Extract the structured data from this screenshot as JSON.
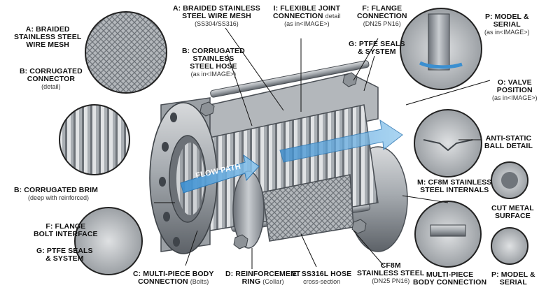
{
  "labels": {
    "braided_mesh_left": {
      "title_l1": "A: BRAIDED",
      "title_l2": "STAINLESS STEEL",
      "title_l3": "WIRE MESH"
    },
    "corrugated_connector": {
      "title_l1": "B: CORRUGATED",
      "title_l2": "CONNECTOR",
      "sub": "(detail)"
    },
    "braided_wire_mesh_top": {
      "title_l1": "A: BRAIDED STAINLESS",
      "title_l2": "STEEL WIRE MESH",
      "sub": "(SS304/SS316)"
    },
    "corrugated_hose": {
      "title_l1": "B: CORRUGATED",
      "title_l2": "STAINLESS",
      "title_l3": "STEEL HOSE",
      "sub": "(as in<IMAGE>)"
    },
    "flexible_joint": {
      "title_l1": "I: FLEXIBLE JOINT",
      "title_l2": "CONNECTION",
      "title_l2_sub": "detail",
      "sub": "(as in<IMAGE>)"
    },
    "flange_connection": {
      "title_l1": "F: FLANGE",
      "title_l2": "CONNECTION",
      "sub": "(DN25 PN16)"
    },
    "ptfe_seals_top": {
      "title_l1": "G: PTFE SEALS",
      "title_l2": "& SYSTEM"
    },
    "model_serial_top": {
      "title_l1": "P: MODEL &",
      "title_l2": "SERIAL",
      "sub": "(as in<IMAGE>)"
    },
    "valve_position": {
      "title_l1": "O: VALVE",
      "title_l2": "POSITION",
      "sub": "(as in<IMAGE>)"
    },
    "anti_static": {
      "title_l1": "ANTI-STATIC",
      "title_l2": "BALL DETAIL"
    },
    "corrugated_brim": {
      "title_l1": "B: CORRUGATED BRIM",
      "sub": "(deep with reinforced)"
    },
    "flow_path": "FLOW PATH",
    "cf8m_internals": {
      "title_l1": "M: CF8M STAINLESS",
      "title_l2": "STEEL INTERNALS"
    },
    "cut_metal": {
      "title_l1": "CUT METAL",
      "title_l2": "SURFACE"
    },
    "flange_bolt": {
      "title_l1": "F: FLANGE",
      "title_l2": "BOLT INTERFACE"
    },
    "ptfe_seals_bottom": {
      "title_l1": "G: PTFE SEALS",
      "title_l2": "& SYSTEM"
    },
    "multi_piece_body": {
      "title_l1": "C: MULTI-PIECE BODY",
      "title_l2": "CONNECTION",
      "sub": "(Bolts)"
    },
    "reinforcement_ring": {
      "title_l1": "D: REINFORCEMENT",
      "title_l2": "RING",
      "sub": "(Collar)"
    },
    "ss316l_hose": {
      "title_l1": "E: SS316L HOSE",
      "sub": "cross-section"
    },
    "cf8m_steel": {
      "title_l1": "CF8M",
      "title_l2": "STAINLESS STEEL",
      "sub": "(DN25 PN16)"
    },
    "multi_piece_right": {
      "title_l1": "MULTI-PIECE",
      "title_l2": "BODY CONNECTION"
    },
    "model_serial_bottom": {
      "title_l1": "P: MODEL &",
      "title_l2": "SERIAL"
    }
  },
  "colors": {
    "flow_arrow": "#4a9fd8",
    "metal": "#9aa0a6",
    "leader": "#111111"
  }
}
